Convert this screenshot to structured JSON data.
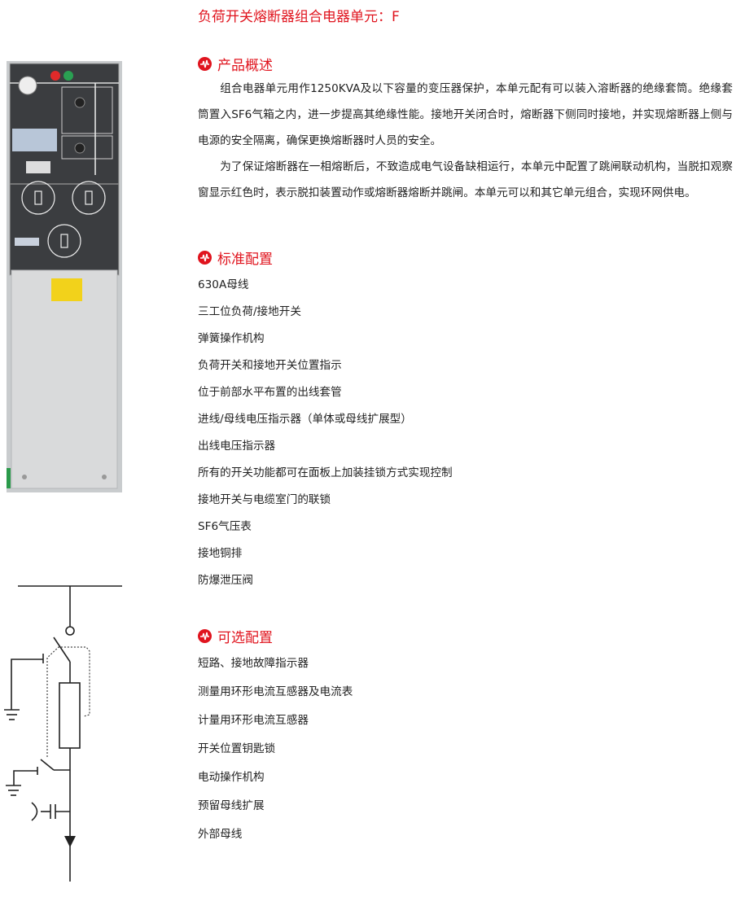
{
  "title": "负荷开关熔断器组合电器单元：F",
  "sections": {
    "overview": {
      "heading": "产品概述",
      "paragraphs": [
        "组合电器单元用作1250KVA及以下容量的变压器保护，本单元配有可以装入溶断器的绝缘套筒。绝缘套筒置入SF6气箱之内，进一步提高其绝缘性能。接地开关闭合时，熔断器下侧同时接地，并实现熔断器上侧与电源的安全隔离，确保更换熔断器时人员的安全。",
        "为了保证熔断器在一相熔断后，不致造成电气设备缺相运行，本单元中配置了跳闸联动机构，当脱扣观察窗显示红色时，表示脱扣装置动作或熔断器熔断并跳闸。本单元可以和其它单元组合，实现环网供电。"
      ]
    },
    "standard": {
      "heading": "标准配置",
      "items": [
        "630A母线",
        "三工位负荷/接地开关",
        "弹簧操作机构",
        "负荷开关和接地开关位置指示",
        "位于前部水平布置的出线套管",
        "进线/母线电压指示器（单体或母线扩展型）",
        "出线电压指示器",
        "所有的开关功能都可在面板上加装挂锁方式实现控制",
        "接地开关与电缆室门的联锁",
        "SF6气压表",
        "接地铜排",
        "防爆泄压阀"
      ]
    },
    "optional": {
      "heading": "可选配置",
      "items": [
        "短路、接地故障指示器",
        "测量用环形电流互感器及电流表",
        "计量用环形电流互感器",
        "开关位置钥匙锁",
        "电动操作机构",
        "预留母线扩展",
        "外部母线"
      ]
    }
  },
  "colors": {
    "accent": "#e0141e"
  }
}
